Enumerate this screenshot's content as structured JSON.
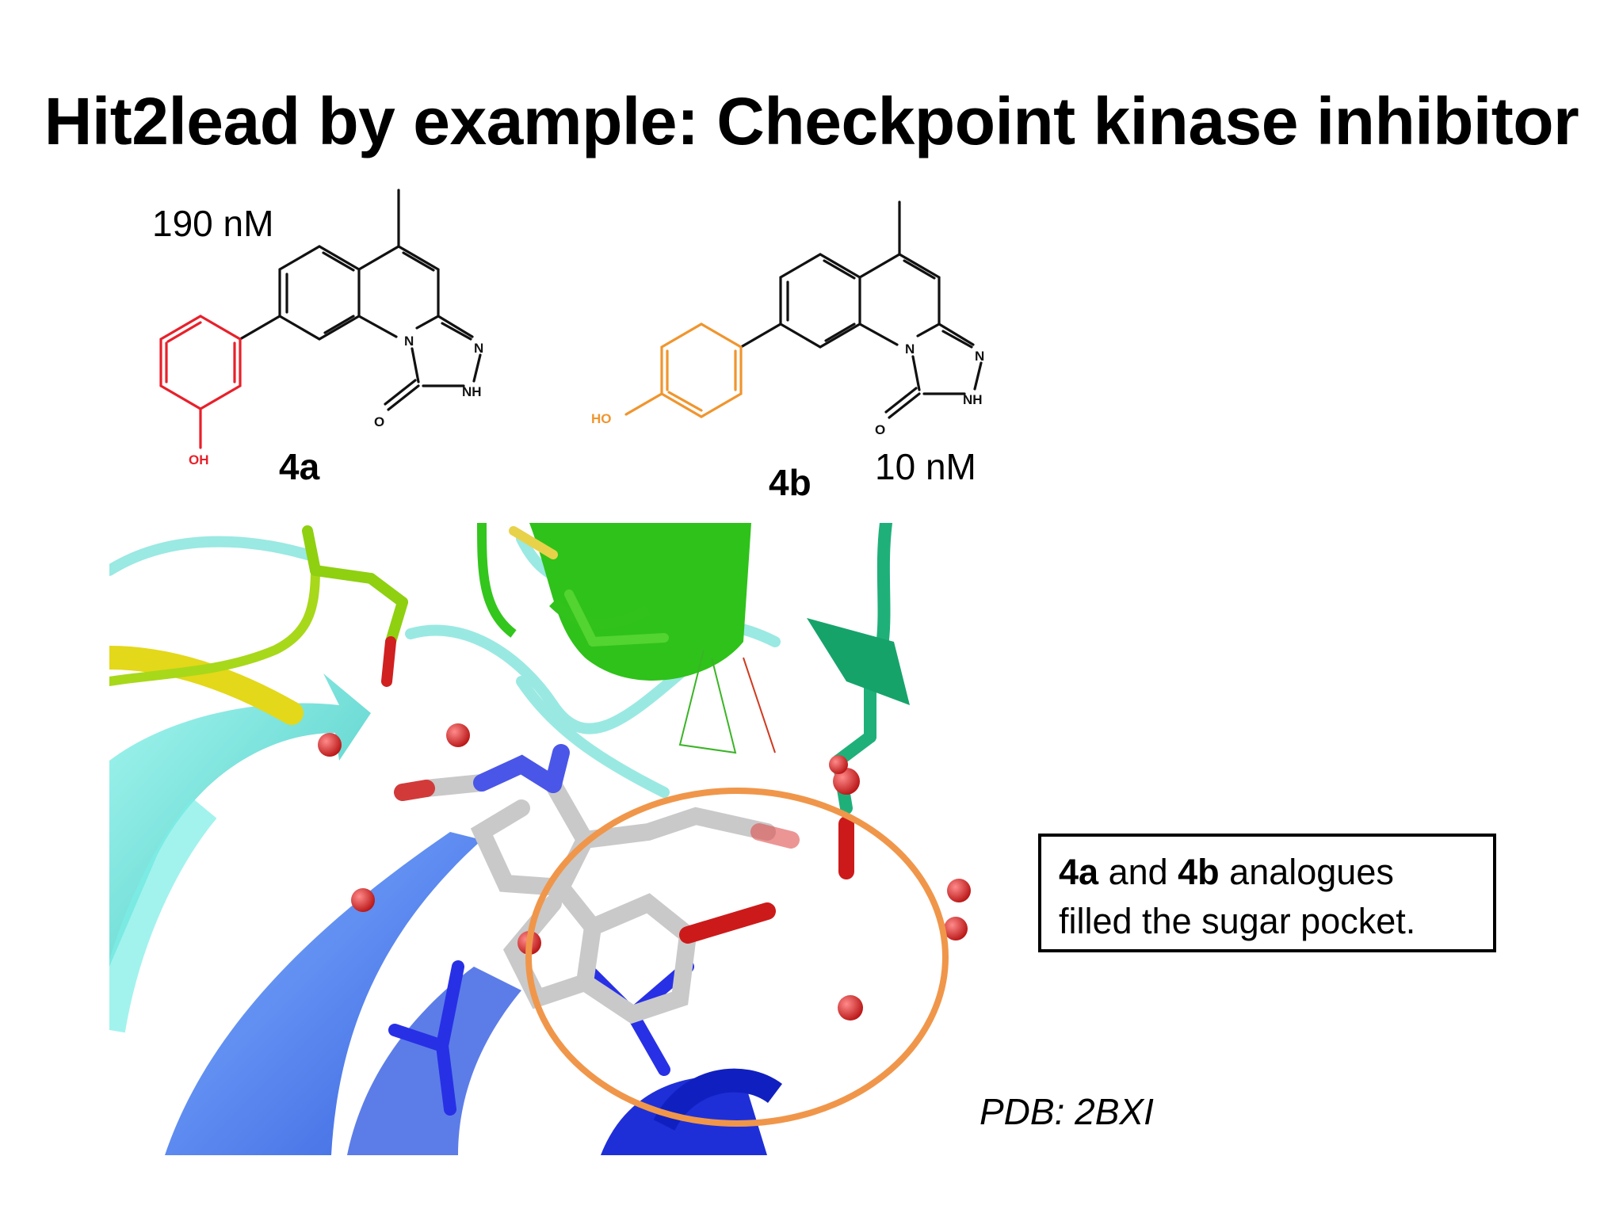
{
  "slide": {
    "title": "Hit2lead by example: Checkpoint kinase inhibitor"
  },
  "compound_4a": {
    "name": "4a",
    "potency": "190 nM",
    "hydroxyl_label": "OH",
    "atom_labels": {
      "n_ring": "N",
      "n_right": "N",
      "nh": "NH",
      "o": "O"
    },
    "highlight_color": "#e8202a"
  },
  "compound_4b": {
    "name": "4b",
    "potency": "10 nM",
    "hydroxyl_label": "HO",
    "atom_labels": {
      "n_ring": "N",
      "n_right": "N",
      "nh": "NH",
      "o": "O"
    },
    "highlight_color": "#f0952e"
  },
  "note": {
    "part1": "4a",
    "part2": " and ",
    "part3": "4b",
    "part4": " analogues",
    "line2": "filled the sugar pocket."
  },
  "pdb_label": "PDB: 2BXI",
  "colors": {
    "circle": "#f0964a",
    "ligand": "#c9c9c9",
    "oxygen": "#cc2020",
    "nitrogen": "#3a46e8"
  }
}
